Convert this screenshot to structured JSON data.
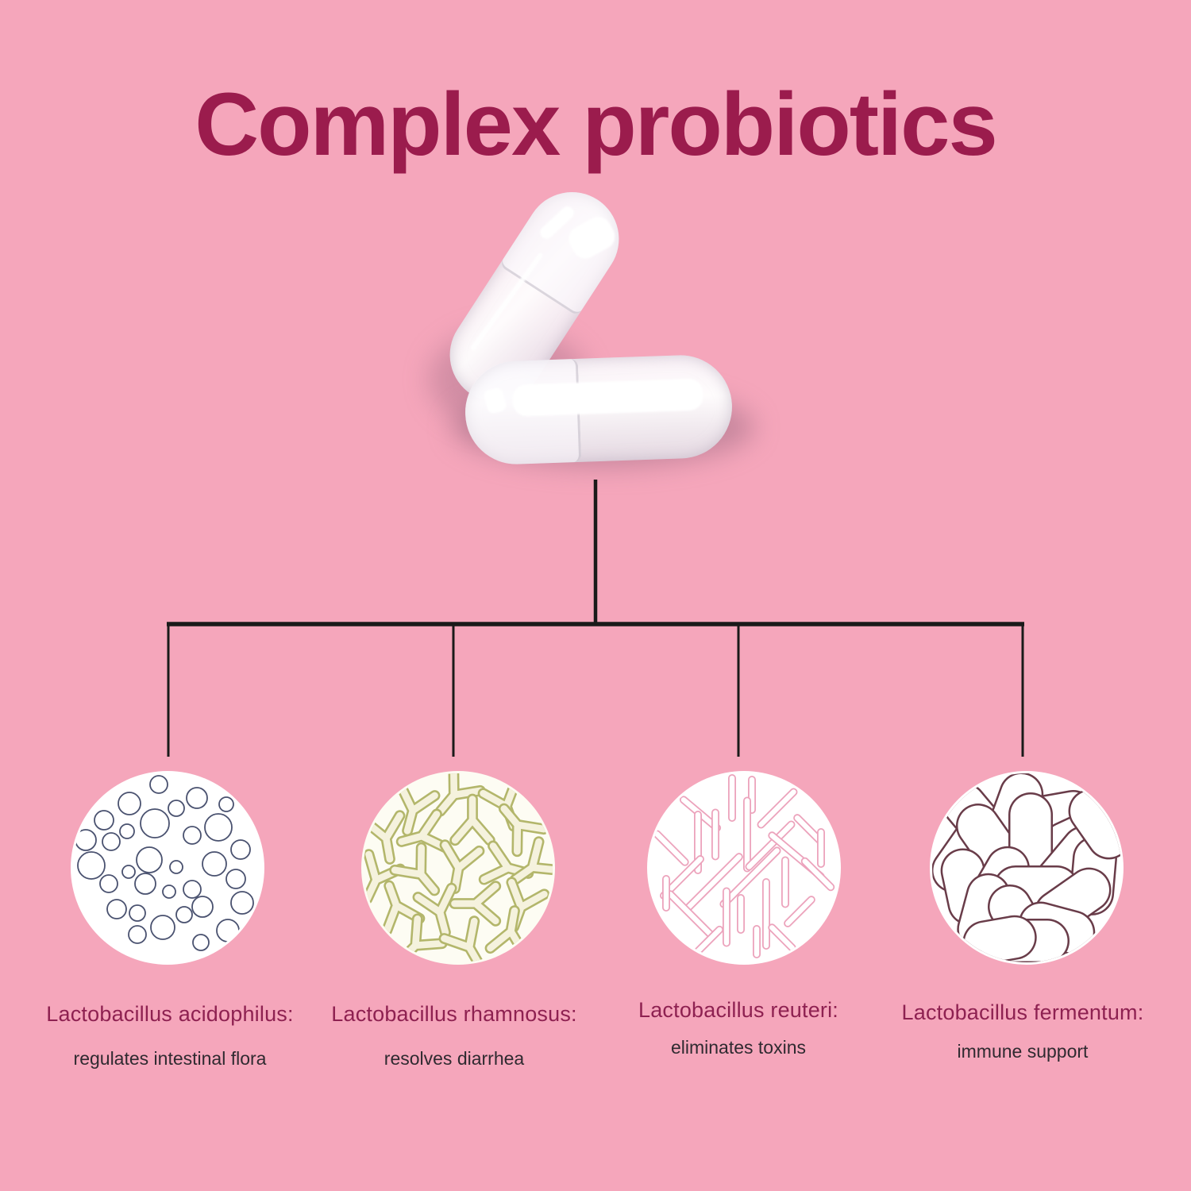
{
  "title": "Complex probiotics",
  "hero": {
    "illustration": "two white gelatin capsules",
    "icon": "capsules-illustration"
  },
  "strains": [
    {
      "name": "Lactobacillus acidophilus:",
      "benefit": "regulates intestinal flora",
      "icon": "cocci-bacteria-icon"
    },
    {
      "name": "Lactobacillus rhamnosus:",
      "benefit": "resolves diarrhea",
      "icon": "y-shaped-bacteria-icon"
    },
    {
      "name": "Lactobacillus reuteri:",
      "benefit": "eliminates toxins",
      "icon": "rod-bacteria-icon"
    },
    {
      "name": "Lactobacillus fermentum:",
      "benefit": "immune support",
      "icon": "pill-shaped-bacteria-icon"
    }
  ],
  "colors": {
    "background": "#F5A6BB",
    "title": "#9B1C4D",
    "strain_name": "#8E2151",
    "benefit_text": "#2F2A30",
    "connector": "#1A1A1A",
    "cocci_outline": "#49516F",
    "y_outline": "#B3B66B",
    "y_fill": "#F5F2DD",
    "rod_outline": "#ECA3BC",
    "pill_outline": "#693C49",
    "icon_bg": "#FFFFFF",
    "y_icon_bg": "#FDFCF3"
  }
}
